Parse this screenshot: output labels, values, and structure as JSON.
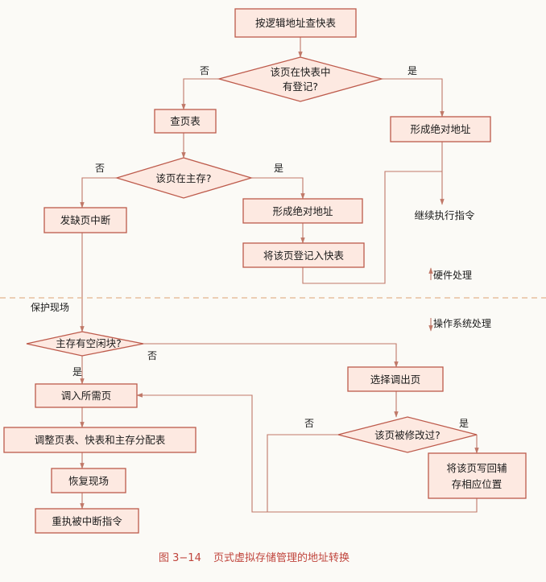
{
  "flowchart": {
    "lookup_tlb": "按逻辑地址查快表",
    "in_tlb_q": [
      "该页在快表中",
      "有登记?"
    ],
    "check_page_table": "查页表",
    "form_addr_1": "形成绝对地址",
    "in_memory_q": "该页在主存?",
    "form_addr_2": "形成绝对地址",
    "register_tlb": "将该页登记入快表",
    "continue_exec": "继续执行指令",
    "page_fault": "发缺页中断",
    "save_context": "保护现场",
    "free_block_q": "主存有空闲块?",
    "select_victim": "选择调出页",
    "load_page": "调入所需页",
    "modified_q": "该页被修改过?",
    "write_back": [
      "将该页写回辅",
      "存相应位置"
    ],
    "adjust_tables": "调整页表、快表和主存分配表",
    "restore_context": "恢复现场",
    "re_execute": "重执被中断指令",
    "yes": "是",
    "no": "否",
    "hardware_label": "硬件处理",
    "os_label": "操作系统处理"
  },
  "caption": {
    "figure_number": "图 3−14",
    "title": "页式虚拟存储管理的地址转换"
  }
}
